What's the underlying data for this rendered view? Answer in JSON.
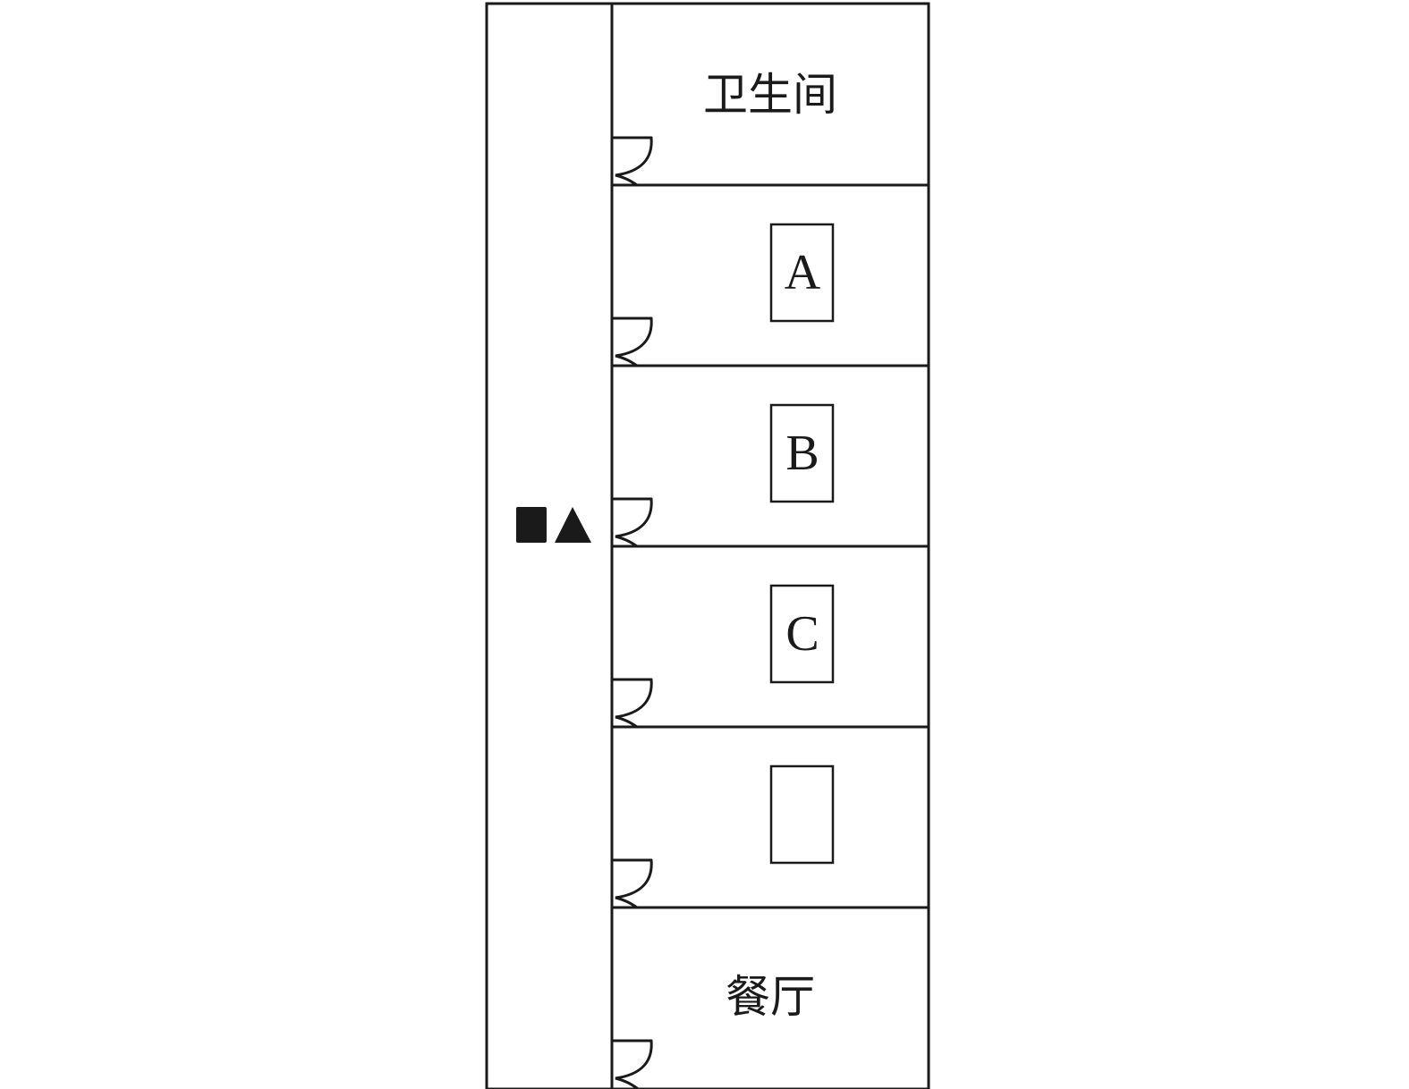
{
  "rooms": [
    {
      "id": "washroom",
      "label": "卫生间",
      "box": null
    },
    {
      "id": "room-a",
      "label": "",
      "box": "A"
    },
    {
      "id": "room-b",
      "label": "",
      "box": "B"
    },
    {
      "id": "room-c",
      "label": "",
      "box": "C"
    },
    {
      "id": "room-empty",
      "label": "",
      "box": ""
    },
    {
      "id": "restaurant",
      "label": "餐厅",
      "box": null
    }
  ],
  "markers": {
    "square": "filled-square",
    "triangle": "filled-triangle"
  },
  "colors": {
    "line": "#1a1a1a",
    "background": "#ffffff"
  }
}
